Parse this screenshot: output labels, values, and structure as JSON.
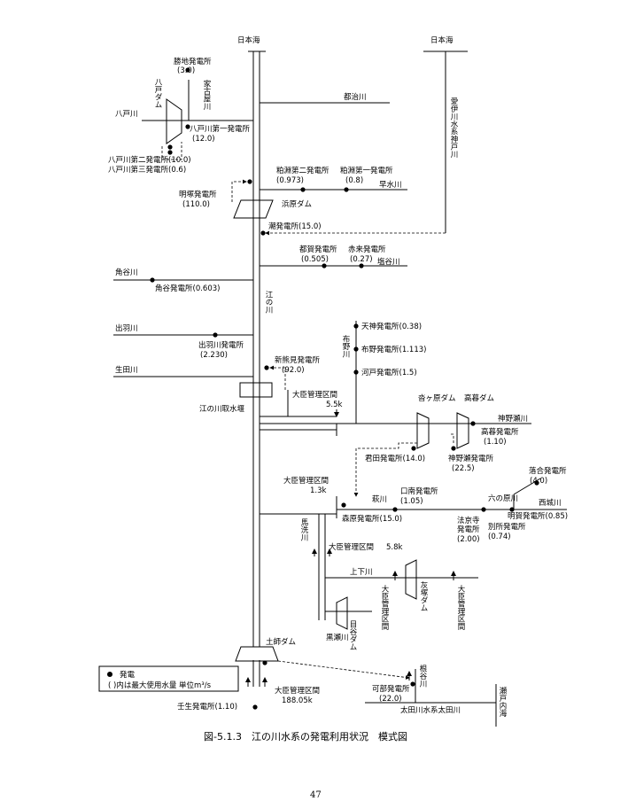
{
  "labels": {
    "sea_left": "日本海",
    "sea_right": "日本海",
    "kachi_ps": "勝地発電所",
    "kachi_ps_flow": "(3.0)",
    "yatogawa_dam": "八戸ダム",
    "yatogawa_river": "八戸川",
    "kakoya_river": "家古屋川",
    "yato1_ps": "八戸川第一発電所",
    "yato1_flow": "(12.0)",
    "yato2_ps": "八戸川第二発電所(10.0)",
    "yato3_ps": "八戸川第三発電所(0.6)",
    "tsuji_river": "都治川",
    "gokawa_river": "愛伊川水系神戸川",
    "awashima2_ps": "粕淵第二発電所",
    "awashima2_flow": "(0.973)",
    "awashima1_ps": "粕淵第一発電所",
    "awashima1_flow": "(0.8)",
    "hayamizu_river": "早水川",
    "meigyo_ps": "明塚発電所",
    "meigyo_flow": "(110.0)",
    "hamahara_dam": "浜原ダム",
    "ushio_ps": "潮発電所(15.0)",
    "tsuka_ps": "都賀発電所",
    "tsuka_flow": "(0.505)",
    "akagi_ps": "赤来発電所",
    "akagi_flow": "(0.27)",
    "shiodzuchi_river": "塩谷川",
    "kadoya_river": "角谷川",
    "kadoya_ps": "角谷発電所(0.603)",
    "gonokawa_main": "江の川",
    "dewa_river": "出羽川",
    "dewa_ps": "出羽川発電所",
    "dewa_flow": "(2.230)",
    "ikuta_river": "生田川",
    "shinkumami_ps": "新熊見発電所",
    "shinkumami_flow": "(92.0)",
    "intake": "江の川取水堰",
    "minister_section_a": "大臣管理区間",
    "minister_section_a_km": "5.5k",
    "tenjin_ps": "天神発電所(0.38)",
    "funo_river": "布野川",
    "funo_ps": "布野発電所(1.113)",
    "kawado_ps": "河戸発電所(1.5)",
    "haigahara_dam": "沓ヶ原ダム",
    "takagure_dam": "高暮ダム",
    "kannose_river": "神野瀬川",
    "takagure_ps": "高暮発電所",
    "takagure_flow": "(1.10)",
    "kimita_ps": "君田発電所(14.0)",
    "kannose_ps": "神野瀬発電所",
    "kannose_flow": "(22.5)",
    "ochiai_ps": "落合発電所",
    "ochiai_flow": "(4.0)",
    "minister_section_b": "大臣管理区間",
    "minister_section_b_km": "1.3k",
    "hakata_ps": "口南発電所",
    "hakata_flow": "(1.05)",
    "rokunohara_river": "六の原川",
    "saijo_river": "西城川",
    "hagi_river": "萩川",
    "morihara_ps": "森原発電所(15.0)",
    "hokyoji_ps": "法京寺",
    "hokyoji_ps2": "発電所",
    "hokyoji_flow": "(2.00)",
    "akaga_ps": "明賀発電所(0.85)",
    "bessho_ps": "別所発電所",
    "bessho_flow": "(0.74)",
    "baseno_river": "馬洗川",
    "minister_section_c": "大臣管理区間",
    "minister_section_c_km": "5.8k",
    "joge_river": "上下川",
    "minister_section_d": "大臣管理区間",
    "haizuka_dam": "灰塚ダム",
    "minister_section_e": "大臣管理区間",
    "kurose_river": "黒瀬川",
    "megaya_dam": "目谷ダム",
    "dosi_dam": "土師ダム",
    "legend_title": "発電",
    "legend_note": "( )内は最大使用水量 単位m³/s",
    "kabe_ps": "可部発電所",
    "kabe_flow": "(22.0)",
    "netani_river": "根谷川",
    "minister_section_f": "大臣管理区間",
    "minister_section_f_km": "188.05k",
    "mibu_ps": "壬生発電所(1.10)",
    "ota_river": "太田川水系太田川",
    "seto_sea": "瀬戸内海",
    "caption": "図-5.1.3　江の川水系の発電利用状況　模式図",
    "page_number": "47"
  }
}
